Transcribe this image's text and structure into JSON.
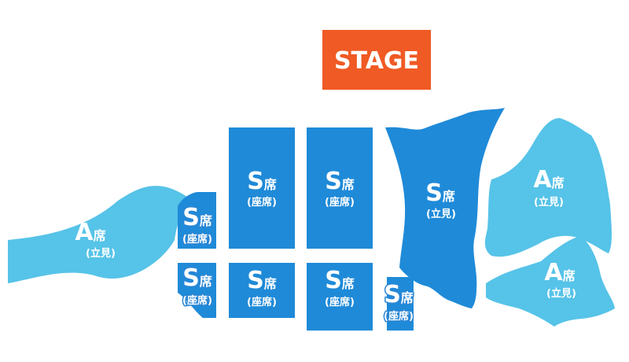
{
  "colors": {
    "stage": "#f05a24",
    "seated": "#1f8ad8",
    "standing": "#56c3e8",
    "text": "#ffffff"
  },
  "stage": {
    "label": "STAGE"
  },
  "sections": {
    "a_left": {
      "letter": "A",
      "seat": "席",
      "type": "(立見)"
    },
    "s_small_top": {
      "letter": "S",
      "seat": "席",
      "type": "(座席)"
    },
    "s_small_bot": {
      "letter": "S",
      "seat": "席",
      "type": "(座席)"
    },
    "s_tall_1": {
      "letter": "S",
      "seat": "席",
      "type": "(座席)"
    },
    "s_tall_2": {
      "letter": "S",
      "seat": "席",
      "type": "(座席)"
    },
    "s_short_1": {
      "letter": "S",
      "seat": "席",
      "type": "(座席)"
    },
    "s_short_2": {
      "letter": "S",
      "seat": "席",
      "type": "(座席)"
    },
    "s_narrow": {
      "letter": "S",
      "seat": "席",
      "type": "(座席)"
    },
    "s_standing": {
      "letter": "S",
      "seat": "席",
      "type": "(立見)"
    },
    "a_right_top": {
      "letter": "A",
      "seat": "席",
      "type": "(立見)"
    },
    "a_right_bot": {
      "letter": "A",
      "seat": "席",
      "type": "(立見)"
    }
  }
}
